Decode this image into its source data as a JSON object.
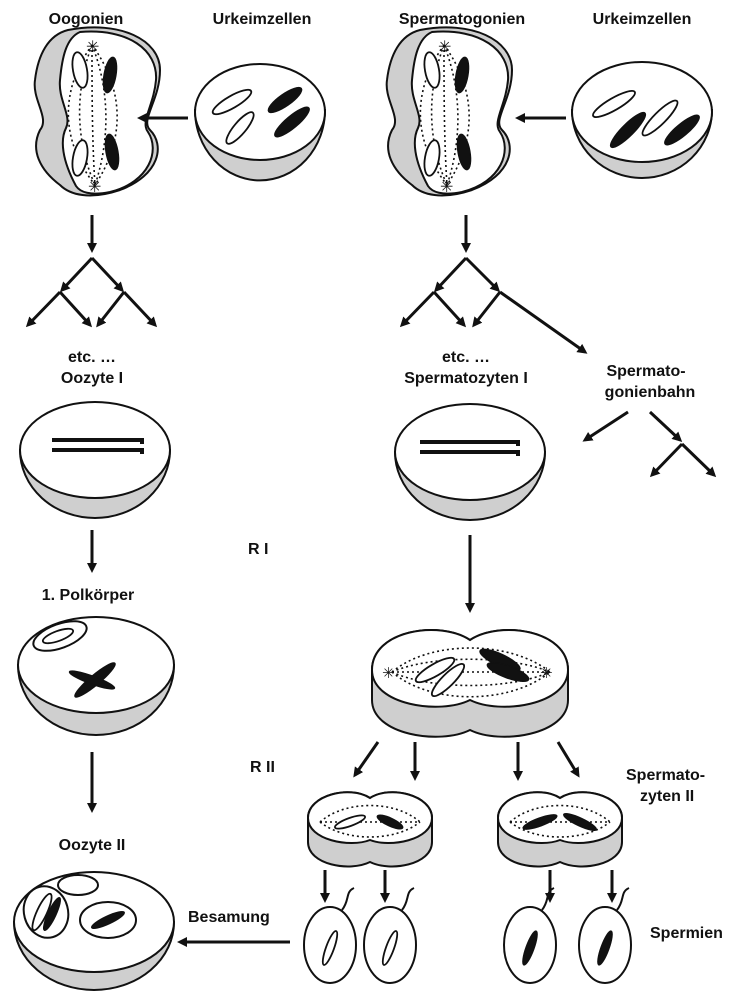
{
  "labels": {
    "oogonien": "Oogonien",
    "urkeimzellen_left": "Urkeimzellen",
    "spermatogonien": "Spermatogonien",
    "urkeimzellen_right": "Urkeimzellen",
    "etc_left": "etc. …",
    "oozyte_1": "Oozyte I",
    "etc_right": "etc. …",
    "spermatozyten_1": "Spermatozyten I",
    "spermatogonienbahn_line1": "Spermato-",
    "spermatogonienbahn_line2": "gonienbahn",
    "r1": "R I",
    "polkoerper": "1. Polkörper",
    "r2": "R II",
    "spermatozyten_2_line1": "Spermato-",
    "spermatozyten_2_line2": "zyten II",
    "oozyte_2": "Oozyte II",
    "besamung": "Besamung",
    "spermien": "Spermien"
  }
}
